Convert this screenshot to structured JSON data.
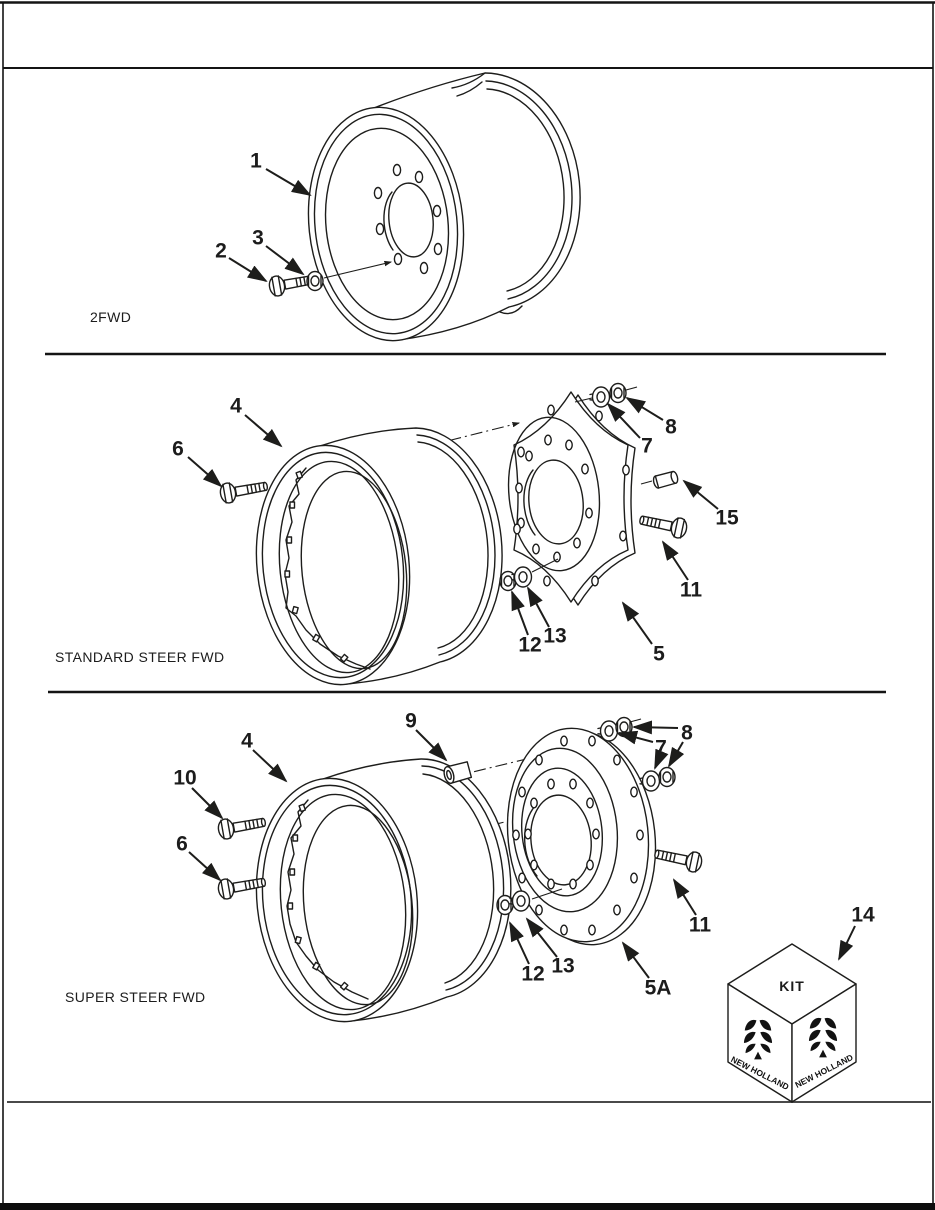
{
  "page": {
    "background": "#ffffff",
    "line_color": "#1d1d1b",
    "divider_color": "#4a4a4a"
  },
  "sections": [
    {
      "label": "2FWD",
      "callouts": {
        "n1": "1",
        "n2": "2",
        "n3": "3"
      }
    },
    {
      "label": "STANDARD STEER FWD",
      "callouts": {
        "n4": "4",
        "n5": "5",
        "n6": "6",
        "n7": "7",
        "n8": "8",
        "n11": "11",
        "n12": "12",
        "n13": "13",
        "n15": "15"
      }
    },
    {
      "label": "SUPER STEER FWD",
      "callouts": {
        "n4": "4",
        "n5a": "5A",
        "n6": "6",
        "n7": "7",
        "n8": "8",
        "n9": "9",
        "n10": "10",
        "n11": "11",
        "n12": "12",
        "n13": "13",
        "n14": "14"
      }
    }
  ],
  "kit_box": {
    "label": "KIT",
    "brand": "NEW HOLLAND"
  }
}
